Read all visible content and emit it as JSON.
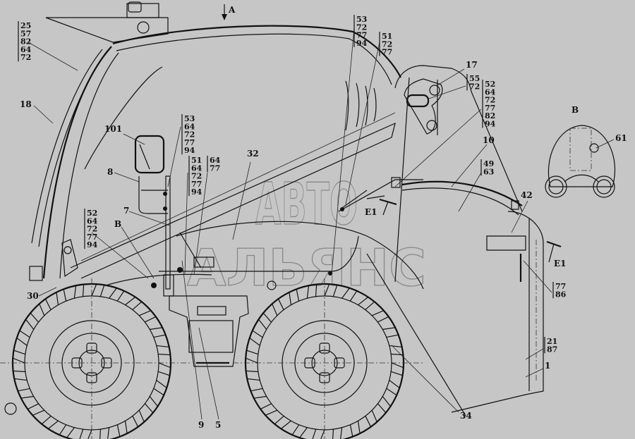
{
  "watermark": {
    "line1": "АВТО",
    "line2": "АЛЬЯНС"
  },
  "view_marker": {
    "label": "A"
  },
  "callouts": [
    {
      "id": "c25",
      "lines": [
        "25",
        "57",
        "82",
        "64",
        "72"
      ]
    },
    {
      "id": "c18",
      "lines": [
        "18"
      ]
    },
    {
      "id": "c101",
      "lines": [
        "101"
      ]
    },
    {
      "id": "c8",
      "lines": [
        "8"
      ]
    },
    {
      "id": "c53a",
      "lines": [
        "53",
        "64",
        "72",
        "77",
        "94"
      ]
    },
    {
      "id": "c51a",
      "lines": [
        "51",
        "64",
        "72",
        "77",
        "94"
      ]
    },
    {
      "id": "c64",
      "lines": [
        "64",
        "77"
      ]
    },
    {
      "id": "c32",
      "lines": [
        "32"
      ]
    },
    {
      "id": "c53b",
      "lines": [
        "53",
        "72",
        "77",
        "94"
      ]
    },
    {
      "id": "c51b",
      "lines": [
        "51",
        "72",
        "77"
      ]
    },
    {
      "id": "c17",
      "lines": [
        "17"
      ]
    },
    {
      "id": "c55",
      "lines": [
        "55",
        "72"
      ]
    },
    {
      "id": "c52b",
      "lines": [
        "52",
        "64",
        "72",
        "77",
        "82",
        "94"
      ]
    },
    {
      "id": "cB2",
      "lines": [
        "B"
      ]
    },
    {
      "id": "c61",
      "lines": [
        "61"
      ]
    },
    {
      "id": "c10",
      "lines": [
        "10"
      ]
    },
    {
      "id": "c49",
      "lines": [
        "49",
        "63"
      ]
    },
    {
      "id": "c42",
      "lines": [
        "42"
      ]
    },
    {
      "id": "cE1a",
      "lines": [
        "E1"
      ]
    },
    {
      "id": "cE1b",
      "lines": [
        "E1"
      ]
    },
    {
      "id": "c7",
      "lines": [
        "7"
      ]
    },
    {
      "id": "cB1",
      "lines": [
        "B"
      ]
    },
    {
      "id": "c52a",
      "lines": [
        "52",
        "64",
        "72",
        "77",
        "94"
      ]
    },
    {
      "id": "c30",
      "lines": [
        "30"
      ]
    },
    {
      "id": "c77",
      "lines": [
        "77",
        "86"
      ]
    },
    {
      "id": "c21",
      "lines": [
        "21",
        "87"
      ]
    },
    {
      "id": "c1",
      "lines": [
        "1"
      ]
    },
    {
      "id": "c9",
      "lines": [
        "9"
      ]
    },
    {
      "id": "c5",
      "lines": [
        "5"
      ]
    },
    {
      "id": "c34",
      "lines": [
        "34"
      ]
    }
  ]
}
